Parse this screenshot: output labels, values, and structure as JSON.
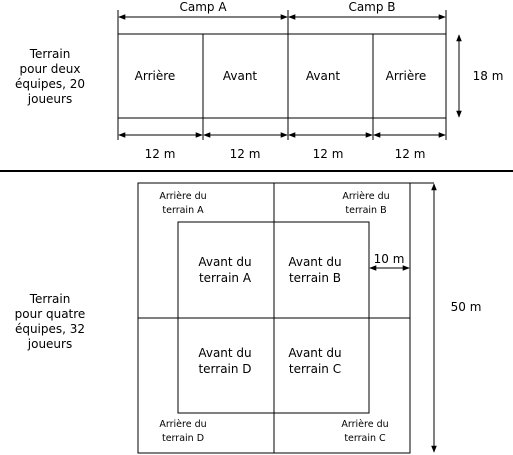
{
  "top_field": {
    "side_label": [
      "Terrain",
      "pour deux",
      "équipes, 20",
      "joueurs"
    ],
    "camp_a": "Camp A",
    "camp_b": "Camp B",
    "zones": [
      "Arrière",
      "Avant",
      "Avant",
      "Arrière"
    ],
    "widths": [
      "12 m",
      "12 m",
      "12 m",
      "12 m"
    ],
    "height": "18 m"
  },
  "bottom_field": {
    "side_label": [
      "Terrain",
      "pour quatre",
      "équipes, 32",
      "joueurs"
    ],
    "back_a": [
      "Arrière du",
      "terrain A"
    ],
    "back_b": [
      "Arrière du",
      "terrain B"
    ],
    "back_c": [
      "Arrière du",
      "terrain C"
    ],
    "back_d": [
      "Arrière du",
      "terrain D"
    ],
    "front_a": [
      "Avant du",
      "terrain A"
    ],
    "front_b": [
      "Avant du",
      "terrain B"
    ],
    "front_c": [
      "Avant du",
      "terrain C"
    ],
    "front_d": [
      "Avant du",
      "terrain D"
    ],
    "offset": "10 m",
    "height": "50 m"
  }
}
